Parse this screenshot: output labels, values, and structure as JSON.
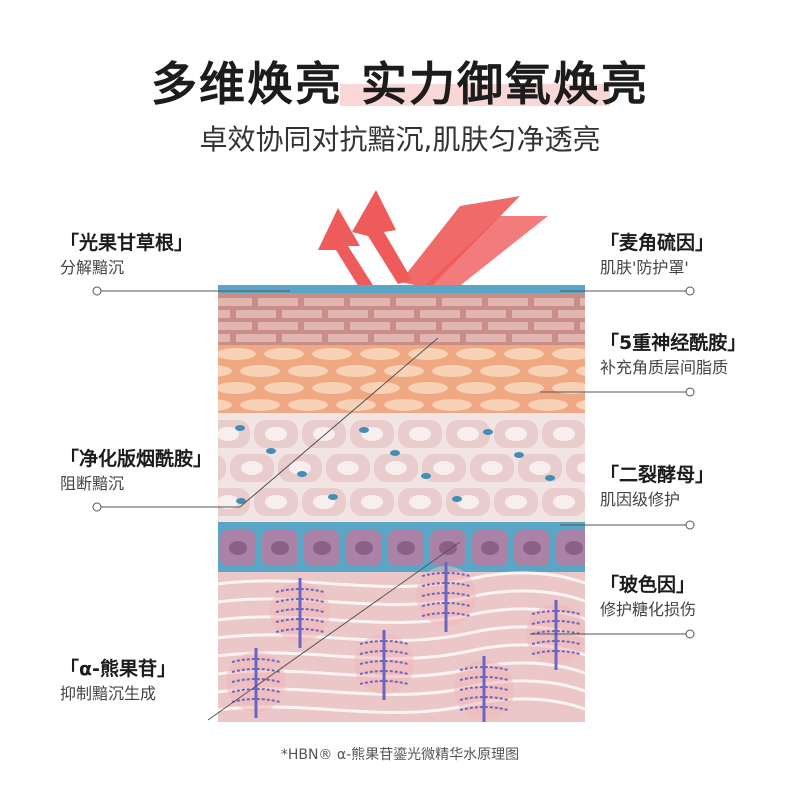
{
  "header": {
    "title": "多维焕亮  实力御氧焕亮",
    "subtitle": "卓效协同对抗黯沉,肌肤匀净透亮"
  },
  "ingredients_left": [
    {
      "name": "「光果甘草根」",
      "desc": "分解黯沉"
    },
    {
      "name": "「净化版烟酰胺」",
      "desc": "阻断黯沉"
    },
    {
      "name": "「α-熊果苷」",
      "desc": "抑制黯沉生成"
    }
  ],
  "ingredients_right": [
    {
      "name": "「麦角硫因」",
      "desc": "肌肤'防护罩'"
    },
    {
      "name": "「5重神经酰胺」",
      "desc": "补充角质层间脂质"
    },
    {
      "name": "「二裂酵母」",
      "desc": "肌因级修护"
    },
    {
      "name": "「玻色因」",
      "desc": "修护糖化损伤"
    }
  ],
  "footer": "*HBN® α-熊果苷鎏光微精华水原理图",
  "colors": {
    "arrow": "#ef5a5a",
    "skin_top": "#5aa6c7",
    "brick": "#c98e88",
    "fat": "#f4bd9a",
    "cells": "#ecd5d5",
    "basal": "#a982a6",
    "dermis": "#ebc7c8",
    "fiber": "#6a66c2"
  }
}
